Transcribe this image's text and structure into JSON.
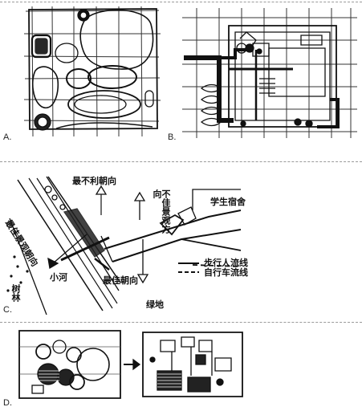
{
  "options": {
    "a": {
      "letter": "A."
    },
    "b": {
      "letter": "B."
    },
    "c": {
      "letter": "C."
    },
    "d": {
      "letter": "D."
    }
  },
  "sketch_c": {
    "worst_orientation": "最不利朝向",
    "poor_view": "不佳景观方向",
    "dormitory": "学生宿舍",
    "best_view": "最佳景观朝向",
    "best_orientation": "最佳朝向",
    "river": "小河",
    "woods": "树林",
    "green": "绿地",
    "legend_pedestrian": "步行人流线",
    "legend_bicycle": "自行车流线"
  }
}
